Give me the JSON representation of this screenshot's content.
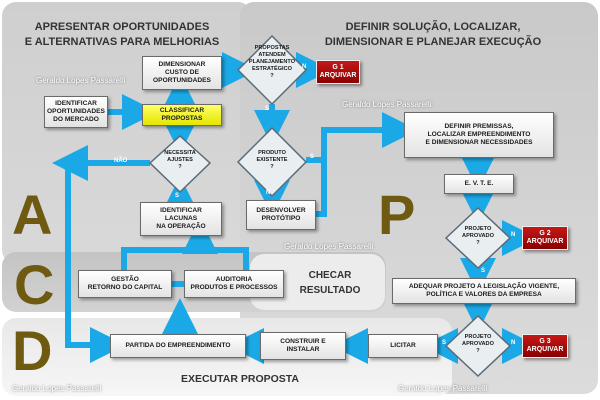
{
  "panels": {
    "apresentar": "APRESENTAR OPORTUNIDADES\nE ALTERNATIVAS PARA MELHORIAS",
    "definir": "DEFINIR SOLUÇÃO, LOCALIZAR,\nDIMENSIONAR E PLANEJAR EXECUÇÃO",
    "checar": "CHECAR\nRESULTADO",
    "executar": "EXECUTAR PROPOSTA"
  },
  "letters": {
    "a": "A",
    "p": "P",
    "c": "C",
    "d": "D"
  },
  "watermark": "Geraldo Lopes Passarelli",
  "boxes": {
    "identificar_oportunidades": "IDENTIFICAR\nOPORTUNIDADES\nDO MERCADO",
    "dimensionar_custo": "DIMENSIONAR\nCUSTO DE\nOPORTUNIDADES",
    "classificar": "CLASSIFICAR\nPROPOSTAS",
    "identificar_lacunas": "IDENTIFICAR\nLACUNAS\nNA OPERAÇÃO",
    "desenvolver": "DESENVOLVER\nPROTÓTIPO",
    "definir_premissas": "DEFINIR PREMISSAS,\nLOCALIZAR EMPREENDIMENTO\nE DIMENSIONAR NECESSIDADES",
    "evte": "E. V. T. E.",
    "adequar": "ADEQUAR PROJETO A LEGISLAÇÃO VIGENTE,\nPOLÍTICA E VALORES DA EMPRESA",
    "gestao": "GESTÃO\nRETORNO DO CAPITAL",
    "auditoria": "AUDITORIA\nPRODUTOS E PROCESSOS",
    "partida": "PARTIDA DO EMPREENDIMENTO",
    "construir": "CONSTRUIR E\nINSTALAR",
    "licitar": "LICITAR"
  },
  "decisions": {
    "propostas": "PROPOSTAS\nATENDEM\nPLANEJAMENTO\nESTRATÉGICO\n?",
    "necessita": "NECESSITA\nAJUSTES\n?",
    "produto": "PRODUTO\nEXISTENTE\n?",
    "projeto1": "PROJETO\nAPROVADO\n?",
    "projeto2": "PROJETO\nAPROVADO\n?"
  },
  "gates": {
    "g1": [
      "G 1",
      "ARQUIVAR"
    ],
    "g2": [
      "G 2",
      "ARQUIVAR"
    ],
    "g3": [
      "G 3",
      "ARQUIVAR"
    ]
  },
  "branch_labels": {
    "n": "N",
    "s": "S",
    "nao": "NÃO"
  },
  "colors": {
    "arrow": "#1aa9e6",
    "gate": "#b00000",
    "highlight": "#f5f500"
  }
}
